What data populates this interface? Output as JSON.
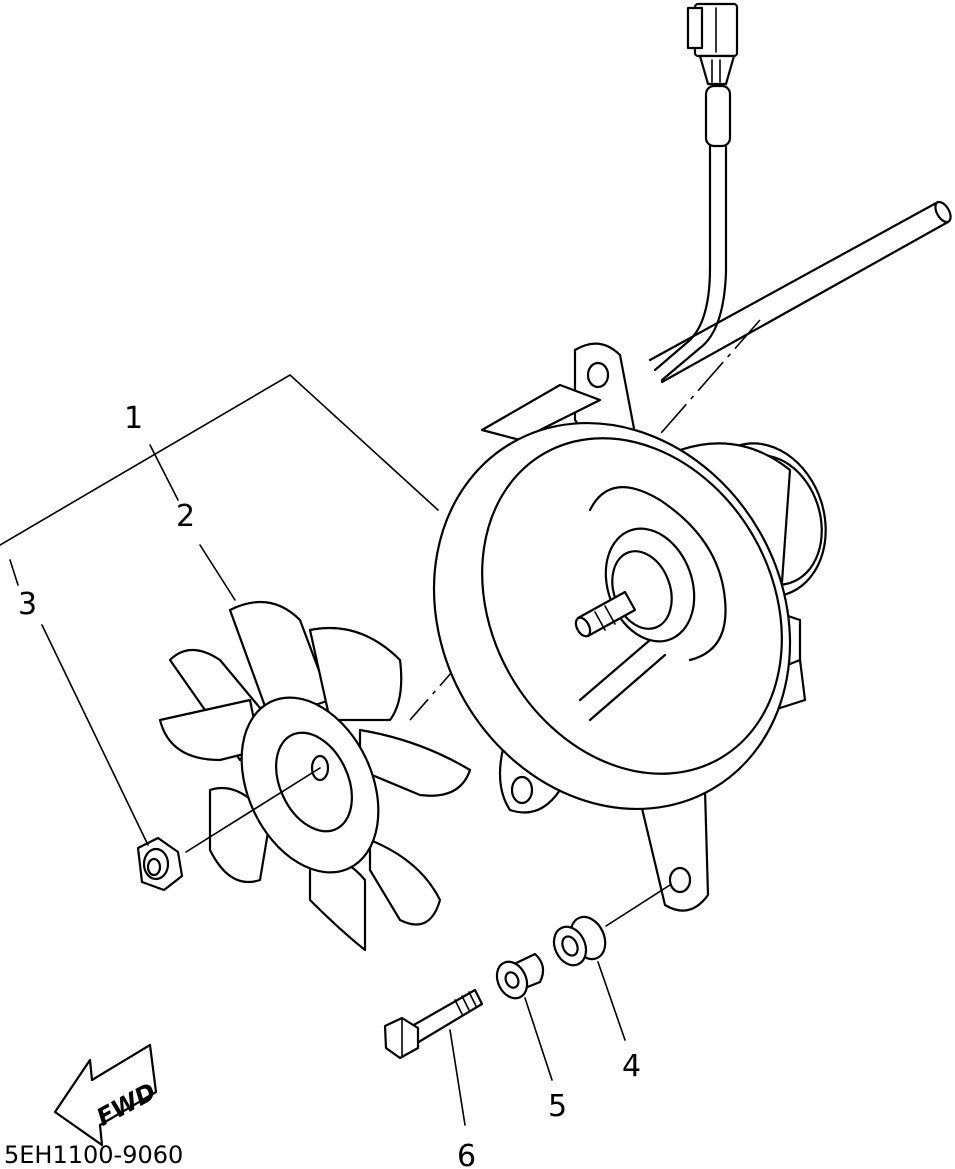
{
  "diagram_code": "5EH1100-9060",
  "fwd_label": "FWD",
  "callouts": {
    "c1": "1",
    "c2": "2",
    "c3": "3",
    "c4": "4",
    "c5": "5",
    "c6": "6"
  },
  "parts_depicted": [
    "fan-motor-assembly",
    "fan-blade",
    "nut",
    "grommet",
    "collar",
    "bolt",
    "connector-harness"
  ]
}
